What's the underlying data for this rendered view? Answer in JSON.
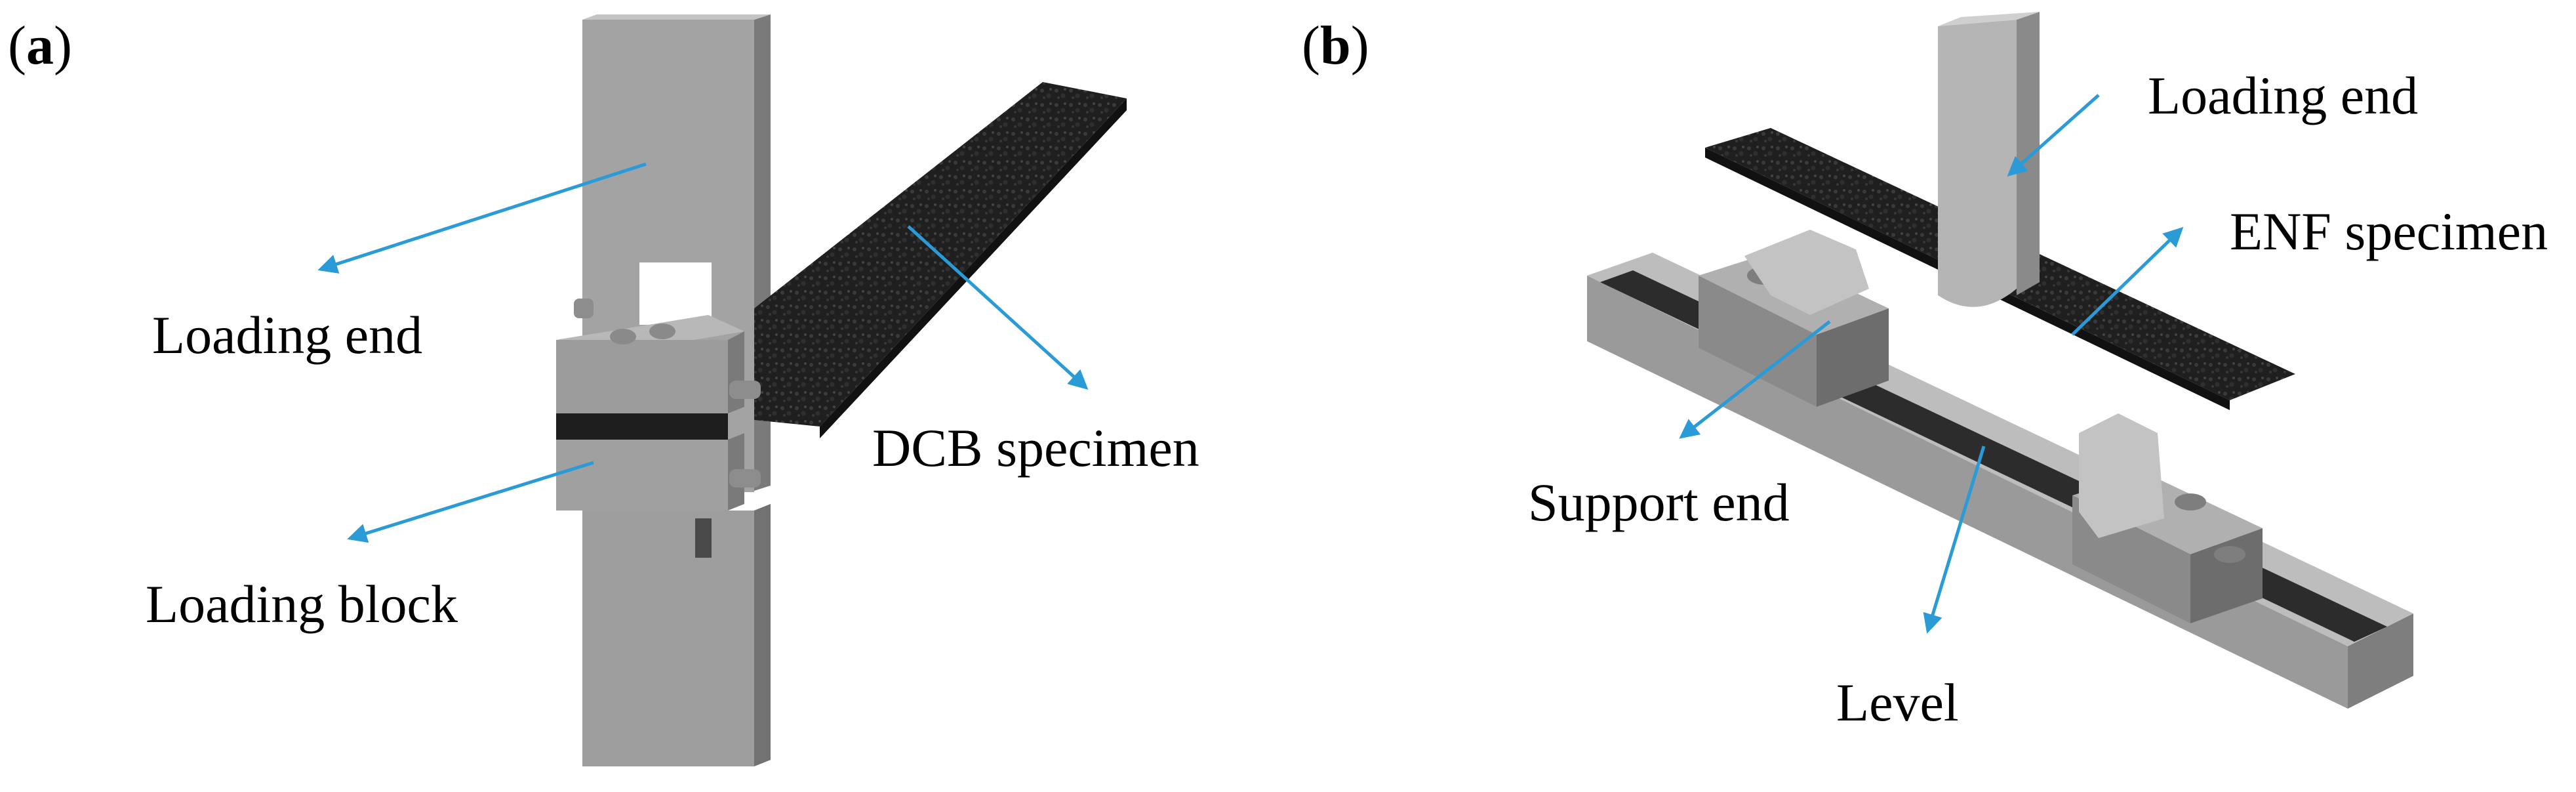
{
  "panels": {
    "a": {
      "tag": "a",
      "labels": {
        "loading_end": "Loading end",
        "loading_block": "Loading block",
        "specimen": "DCB specimen"
      }
    },
    "b": {
      "tag": "b",
      "labels": {
        "loading_end": "Loading end",
        "specimen": "ENF specimen",
        "support_end": "Support end",
        "level": "Level"
      }
    }
  },
  "colors": {
    "arrow": "#2a9bd7",
    "steel_light": "#b9b9b9",
    "steel_mid": "#9a9a9a",
    "steel_dark": "#6d6d6d",
    "specimen": "#1c1c1c",
    "slot": "#2a2a2a"
  }
}
